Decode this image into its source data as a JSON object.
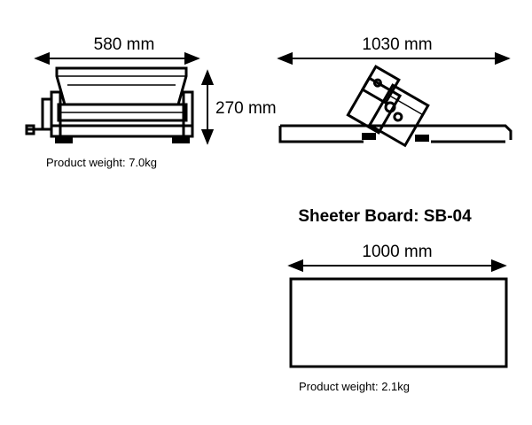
{
  "dimensions": {
    "machine_width": "580 mm",
    "machine_height": "270 mm",
    "machine_open_length": "1030 mm",
    "board_width": "1000 mm"
  },
  "machine": {
    "weight": "Product weight: 7.0kg"
  },
  "sheeter_board": {
    "title": "Sheeter Board: SB-04",
    "weight": "Product weight: 2.1kg"
  }
}
